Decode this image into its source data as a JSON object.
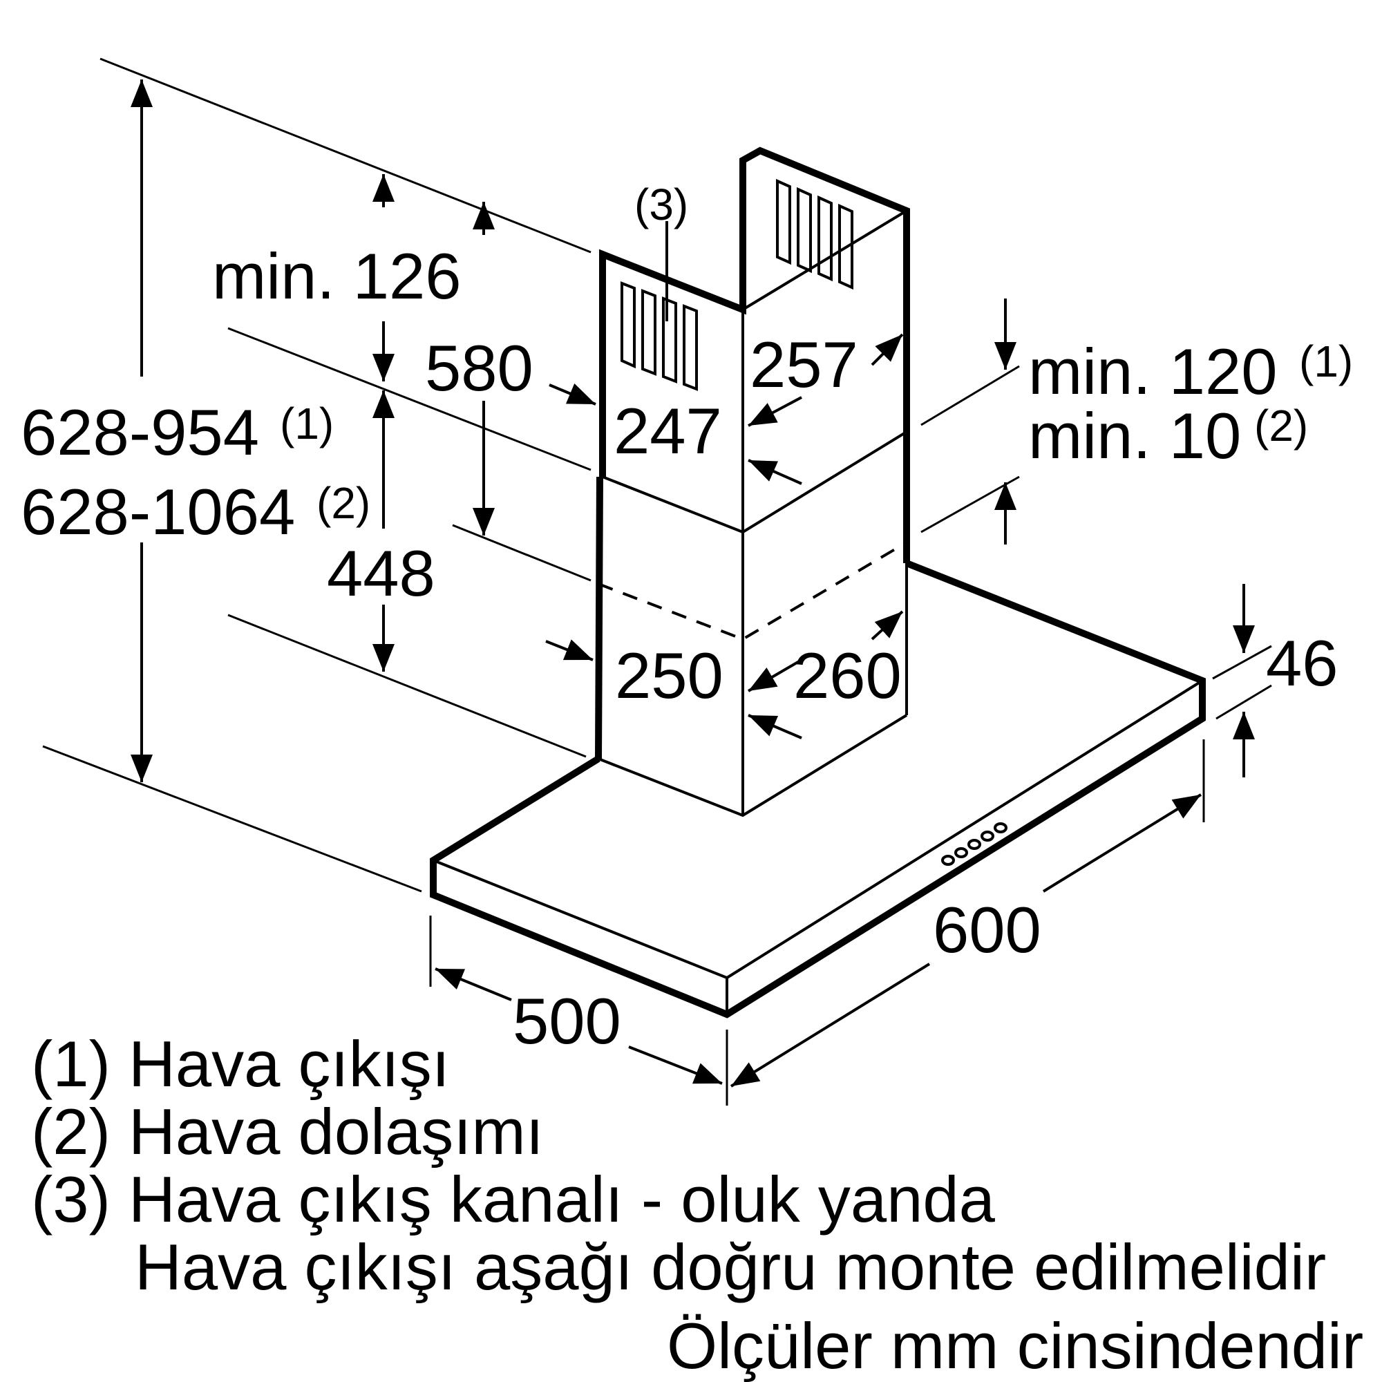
{
  "dimensions": {
    "overall_height_line1": "628-954",
    "overall_height_line1_note": "(1)",
    "overall_height_line2": "628-1064",
    "overall_height_line2_note": "(2)",
    "min_top": "min. 126",
    "chimney_upper": "580",
    "chimney_lower": "448",
    "duct_marker": "(3)",
    "upper_depth": "247",
    "upper_width": "257",
    "lower_depth": "250",
    "lower_width": "260",
    "min_ceiling_extraction": "min. 120",
    "min_ceiling_extraction_note": "(1)",
    "min_ceiling_recirc": "min. 10",
    "min_ceiling_recirc_note": "(2)",
    "canopy_thickness": "46",
    "canopy_width": "600",
    "canopy_depth": "500"
  },
  "legend": {
    "item1": "(1) Hava çıkışı",
    "item2": "(2) Hava dolaşımı",
    "item3": "(3) Hava çıkış kanalı - oluk yanda",
    "item3_cont": "Hava çıkışı aşağı doğru monte edilmelidir"
  },
  "units_note": "Ölçüler mm cinsindendir"
}
